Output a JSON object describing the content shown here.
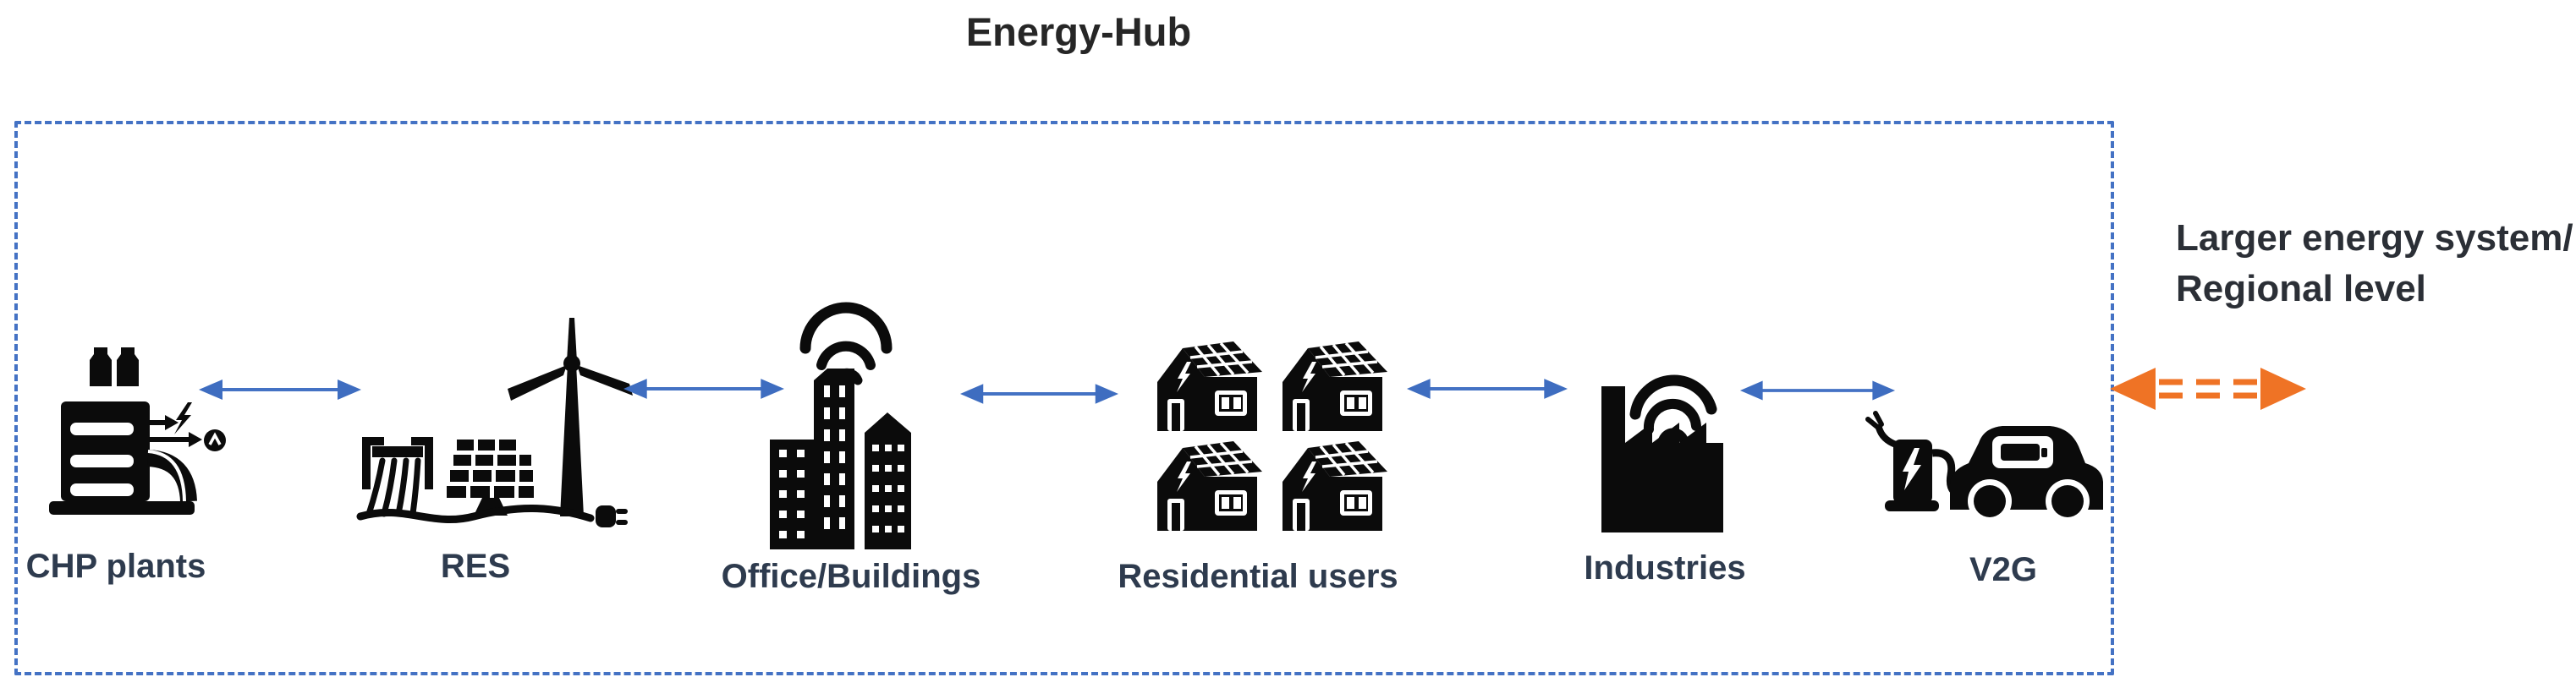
{
  "title": "Energy-Hub",
  "hub": {
    "nodes": [
      {
        "id": "chp",
        "label": "CHP plants",
        "icon": "chp-plant-icon"
      },
      {
        "id": "res",
        "label": "RES",
        "icon": "renewable-energy-icon"
      },
      {
        "id": "office",
        "label": "Office/Buildings",
        "icon": "office-buildings-icon"
      },
      {
        "id": "residential",
        "label": "Residential users",
        "icon": "solar-houses-icon"
      },
      {
        "id": "industries",
        "label": "Industries",
        "icon": "factory-wifi-icon"
      },
      {
        "id": "v2g",
        "label": "V2G",
        "icon": "ev-charging-car-icon"
      }
    ],
    "connections": [
      {
        "from": "CHP plants",
        "to": "RES",
        "type": "bidirectional"
      },
      {
        "from": "RES",
        "to": "Office/Buildings",
        "type": "bidirectional"
      },
      {
        "from": "Office/Buildings",
        "to": "Residential users",
        "type": "bidirectional"
      },
      {
        "from": "Residential users",
        "to": "Industries",
        "type": "bidirectional"
      },
      {
        "from": "Industries",
        "to": "V2G",
        "type": "bidirectional"
      }
    ]
  },
  "external_link": {
    "label_line1": "Larger energy system/",
    "label_line2": "Regional level",
    "arrow_type": "bidirectional-dashed"
  },
  "colors": {
    "dashed_border": "#4472C4",
    "internal_arrow": "#4472C4",
    "external_arrow": "#EF7325",
    "icon": "#0B0B0B",
    "text": "#262626",
    "background": "#FFFFFF"
  }
}
